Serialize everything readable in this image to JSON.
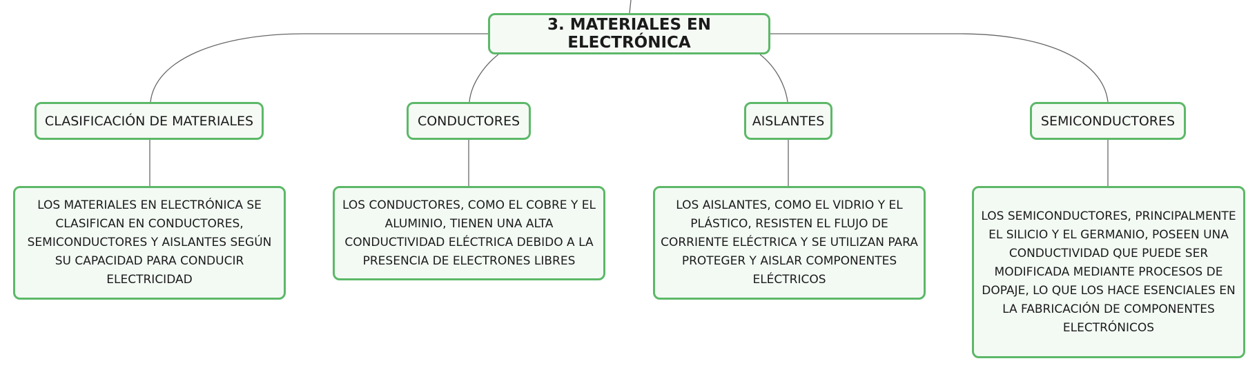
{
  "root": {
    "title": "3. MATERIALES EN ELECTRÓNICA"
  },
  "categories": [
    {
      "label": "CLASIFICACIÓN DE MATERIALES",
      "description": "LOS MATERIALES EN ELECTRÓNICA SE CLASIFICAN EN CONDUCTORES, SEMICONDUCTORES Y AISLANTES SEGÚN SU CAPACIDAD PARA CONDUCIR ELECTRICIDAD"
    },
    {
      "label": "CONDUCTORES",
      "description": "LOS CONDUCTORES, COMO EL COBRE Y EL ALUMINIO, TIENEN UNA ALTA CONDUCTIVIDAD ELÉCTRICA DEBIDO A LA PRESENCIA DE ELECTRONES LIBRES"
    },
    {
      "label": "AISLANTES",
      "description": "LOS AISLANTES, COMO EL VIDRIO Y EL PLÁSTICO, RESISTEN EL FLUJO DE CORRIENTE ELÉCTRICA Y SE UTILIZAN PARA PROTEGER Y AISLAR COMPONENTES ELÉCTRICOS"
    },
    {
      "label": "SEMICONDUCTORES",
      "description": "LOS SEMICONDUCTORES, PRINCIPALMENTE EL SILICIO Y EL GERMANIO, POSEEN UNA CONDUCTIVIDAD QUE PUEDE SER MODIFICADA MEDIANTE PROCESOS DE DOPAJE, LO QUE LOS HACE ESENCIALES EN LA FABRICACIÓN DE COMPONENTES ELECTRÓNICOS"
    }
  ],
  "colors": {
    "node_border": "#5cb868",
    "node_fill": "#f3faf4",
    "connector": "#666666"
  }
}
